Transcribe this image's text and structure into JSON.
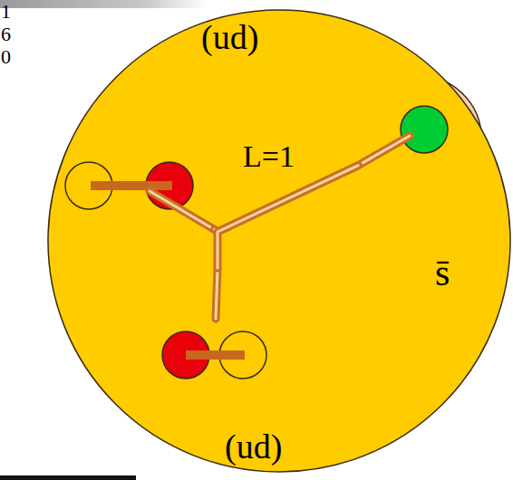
{
  "diagram": {
    "nodes": [
      {
        "text": [
          "L=1"
        ]
      },
      {
        "text": [
          "(ud)"
        ],
        "in": 0
      },
      {
        "text": [
          "s̄"
        ],
        "in": 0
      },
      {
        "text": [
          "(ud)"
        ],
        "in": 0
      }
    ],
    "edges": [
      {
        "from": 1,
        "to": 2,
        "arrow": "none"
      },
      {
        "from": 3,
        "to": 2,
        "arrow": "none"
      }
    ],
    "labels": [
      "1",
      "6",
      "0"
    ]
  }
}
